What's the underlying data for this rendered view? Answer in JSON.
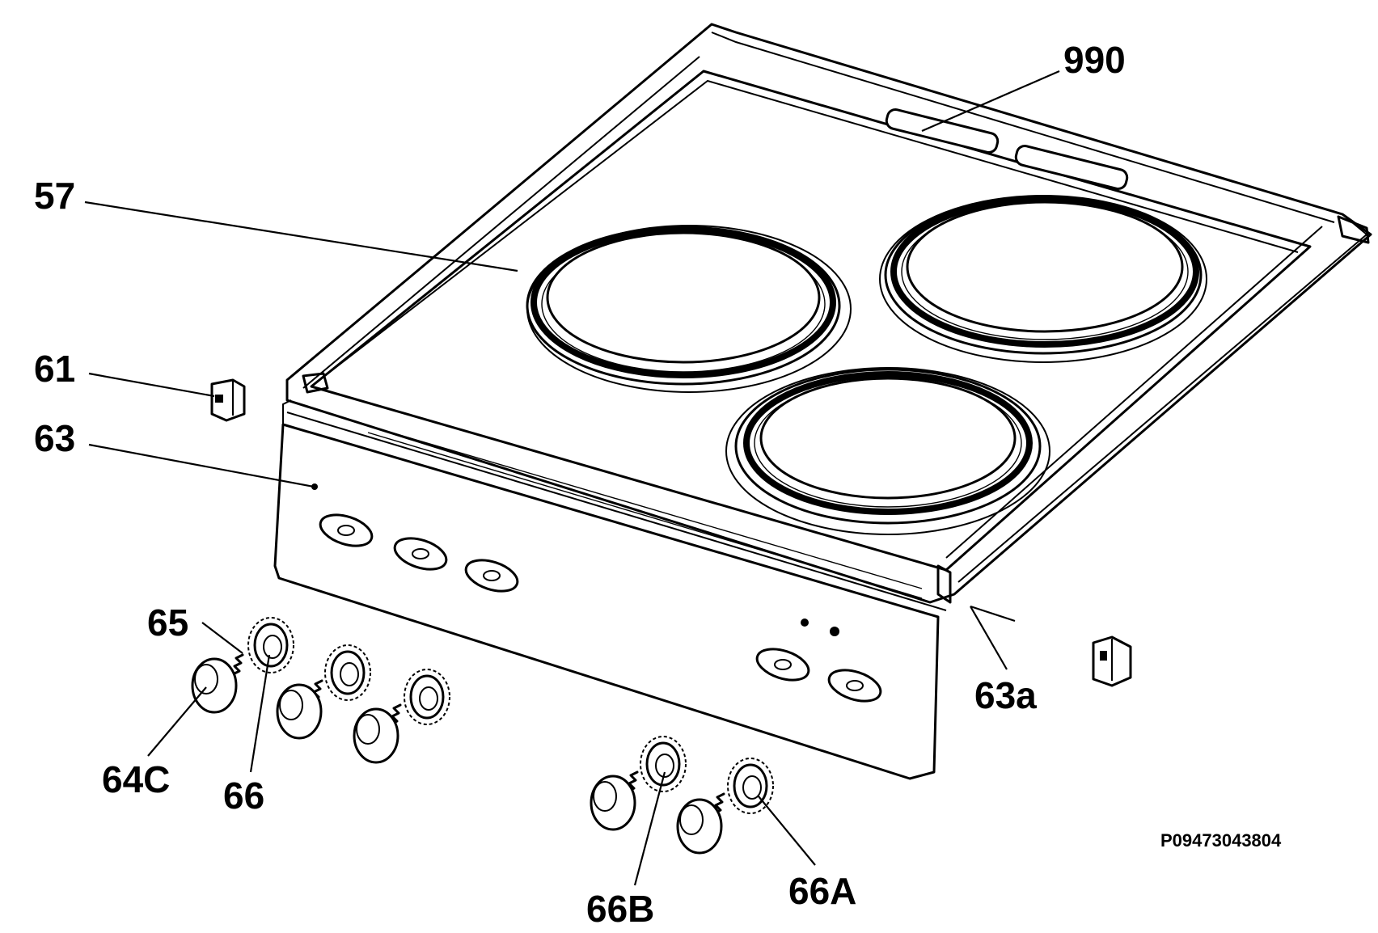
{
  "callouts": {
    "c990": "990",
    "c57": "57",
    "c61": "61",
    "c63": "63",
    "c65": "65",
    "c64C": "64C",
    "c66": "66",
    "c63a": "63a",
    "c66B": "66B",
    "c66A": "66A"
  },
  "drawing_number": "P09473043804"
}
